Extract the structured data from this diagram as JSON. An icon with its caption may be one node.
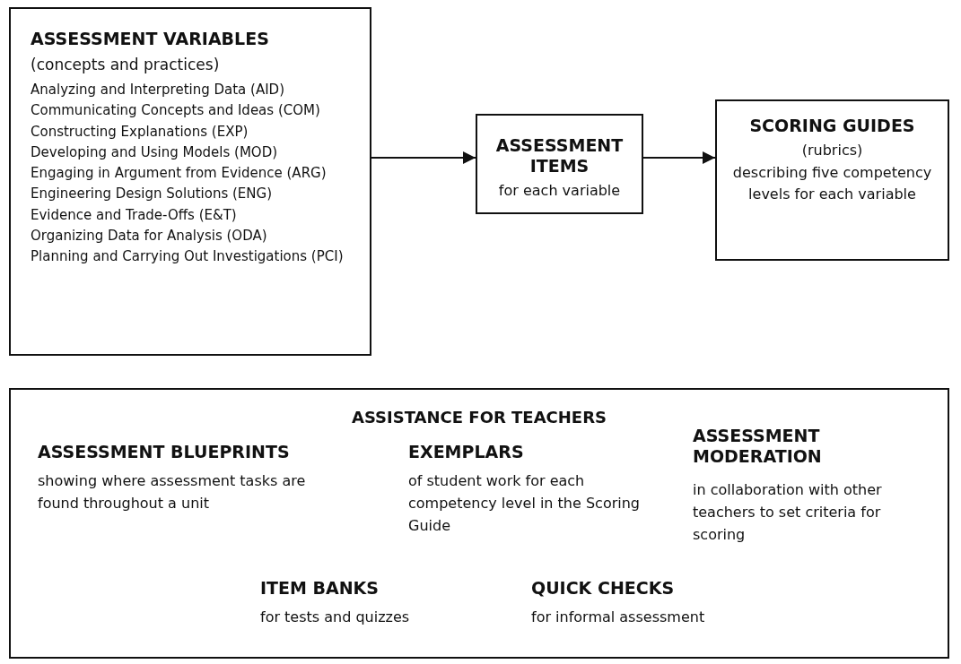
{
  "diagram": {
    "nodes": [
      {
        "text": [
          "ASSESSMENT VARIABLES",
          "(concepts and practices)",
          "Analyzing and Interpreting Data (AID)",
          "Communicating Concepts and Ideas (COM)",
          "Constructing Explanations (EXP)",
          "Developing and Using Models (MOD)",
          "Engaging in Argument from Evidence (ARG)",
          "Engineering Design Solutions (ENG)",
          "Evidence and Trade-Offs (E&T)",
          "Organizing Data for Analysis (ODA)",
          "Planning and Carrying Out Investigations (PCI)"
        ]
      },
      {
        "text": [
          "ASSESSMENT ITEMS",
          "for each variable"
        ]
      },
      {
        "text": [
          "SCORING GUIDES",
          "(rubrics)",
          "describing five competency levels for each variable"
        ]
      },
      {
        "text": [
          "ASSISTANCE FOR TEACHERS",
          "ASSESSMENT BLUEPRINTS",
          "showing where assessment tasks are found throughout a unit",
          "EXEMPLARS",
          "of student work for each competency level in the Scoring Guide",
          "ASSESSMENT MODERATION",
          "in collaboration with other teachers to set criteria for scoring",
          "ITEM BANKS",
          "for tests and quizzes",
          "QUICK CHECKS",
          "for informal assessment"
        ]
      }
    ],
    "edges": [
      {
        "from": 0,
        "to": 1,
        "arrow": "to"
      },
      {
        "from": 1,
        "to": 2,
        "arrow": "to"
      }
    ]
  }
}
